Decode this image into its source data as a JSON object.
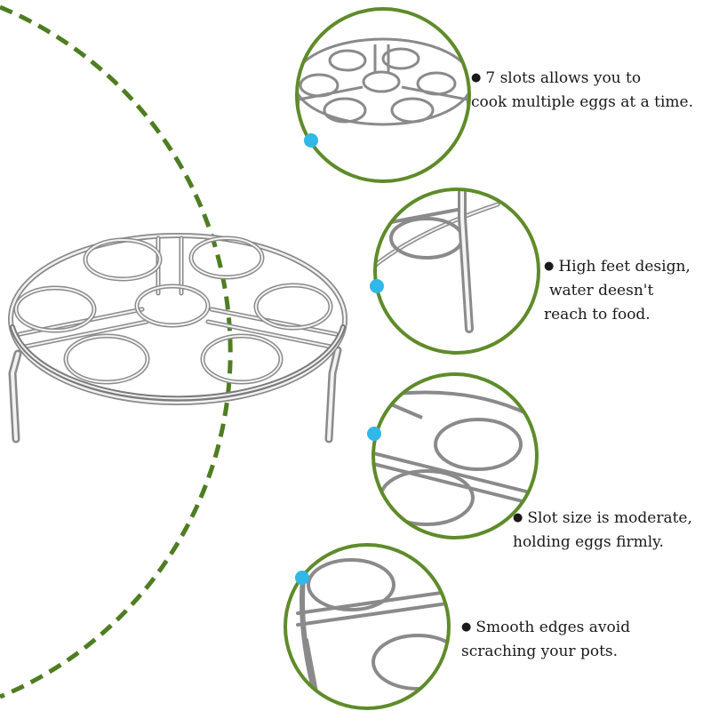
{
  "colors": {
    "circle_border": "#5f8b2a",
    "dashed_arc": "#4f7d22",
    "connector_dot": "#2fb8e8",
    "metal_light": "#e8e8e8",
    "metal_dark": "#8a8a8a",
    "text": "#1a1a1a"
  },
  "main_product": {
    "icon": "egg-steamer-rack-illustration",
    "slots": 7,
    "legs": 3
  },
  "features": [
    {
      "bullet": "●",
      "lines": [
        "7 slots allows you to",
        "cook multiple eggs at a time."
      ],
      "icon": "rack-top-view-zoom-icon"
    },
    {
      "bullet": "●",
      "lines": [
        "High feet design,",
        "water deesn't",
        "reach to food."
      ],
      "icon": "rack-leg-zoom-icon"
    },
    {
      "bullet": "●",
      "lines": [
        "Slot size is moderate,",
        "holding eggs firmly."
      ],
      "icon": "egg-ring-zoom-icon"
    },
    {
      "bullet": "●",
      "lines": [
        "Smooth edges avoid",
        "scraching your pots."
      ],
      "icon": "smooth-edge-zoom-icon"
    }
  ]
}
